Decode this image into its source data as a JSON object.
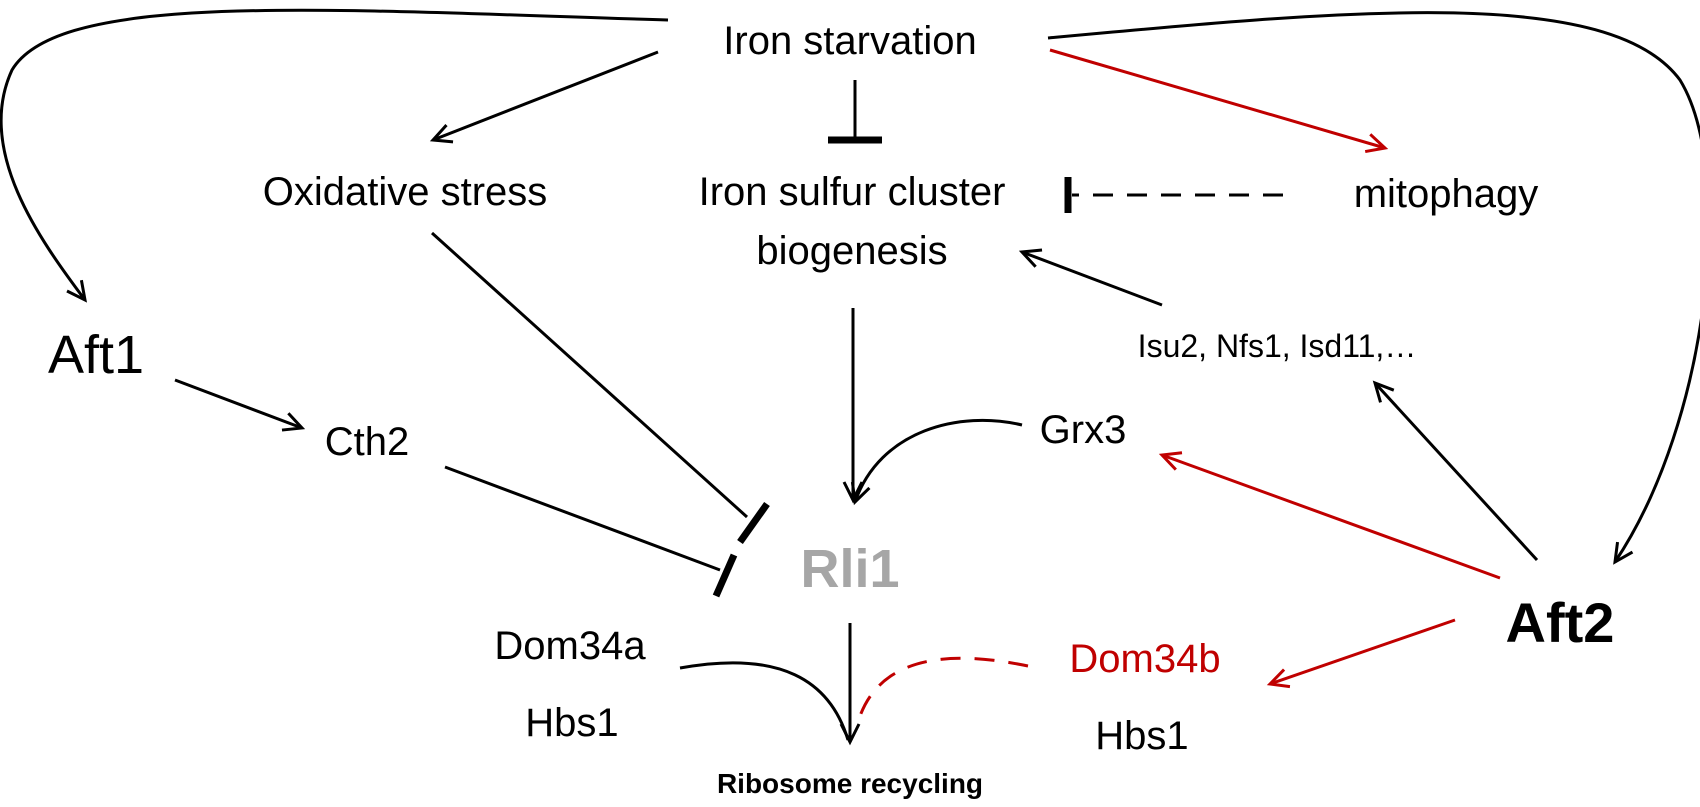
{
  "colors": {
    "black": "#000000",
    "red": "#c00000",
    "gray": "#a6a6a6"
  },
  "nodes": {
    "iron_starvation": "Iron starvation",
    "oxidative_stress": "Oxidative stress",
    "isc_line1": "Iron sulfur cluster",
    "isc_line2": "biogenesis",
    "mitophagy": "mitophagy",
    "aft1": "Aft1",
    "cth2": "Cth2",
    "isu2": "Isu2, Nfs1, Isd11,…",
    "grx3": "Grx3",
    "rli1": "Rli1",
    "aft2": "Aft2",
    "dom34a": "Dom34a",
    "hbs1_left": "Hbs1",
    "dom34b": "Dom34b",
    "hbs1_right": "Hbs1",
    "ribosome_recycling": "Ribosome recycling"
  }
}
